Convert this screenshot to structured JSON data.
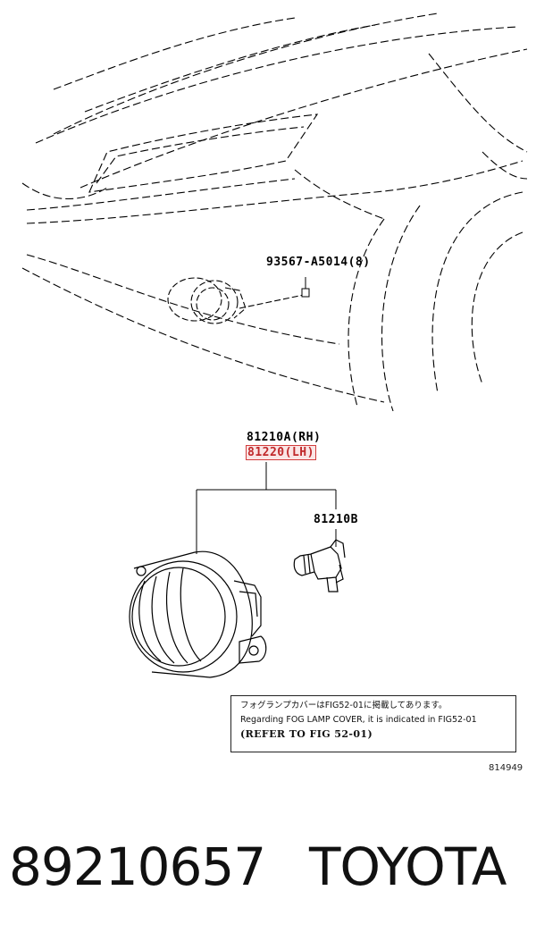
{
  "callouts": {
    "screw": "93567-A5014(8)",
    "fog_lamp_rh": "81210A(RH)",
    "fog_lamp_lh": "81220(LH)",
    "bulb": "81210B"
  },
  "notice": {
    "jp": "フォグランプカバーはFIG52-01に掲載してあります。",
    "en": "Regarding FOG LAMP COVER, it is indicated in FIG52-01",
    "ref": "(REFER TO FIG 52-01)"
  },
  "catalog_number": "814949",
  "footer": {
    "part_number": "89210657",
    "brand": "TOYOTA"
  },
  "colors": {
    "highlight": "#d23c3c",
    "line": "#000000"
  }
}
